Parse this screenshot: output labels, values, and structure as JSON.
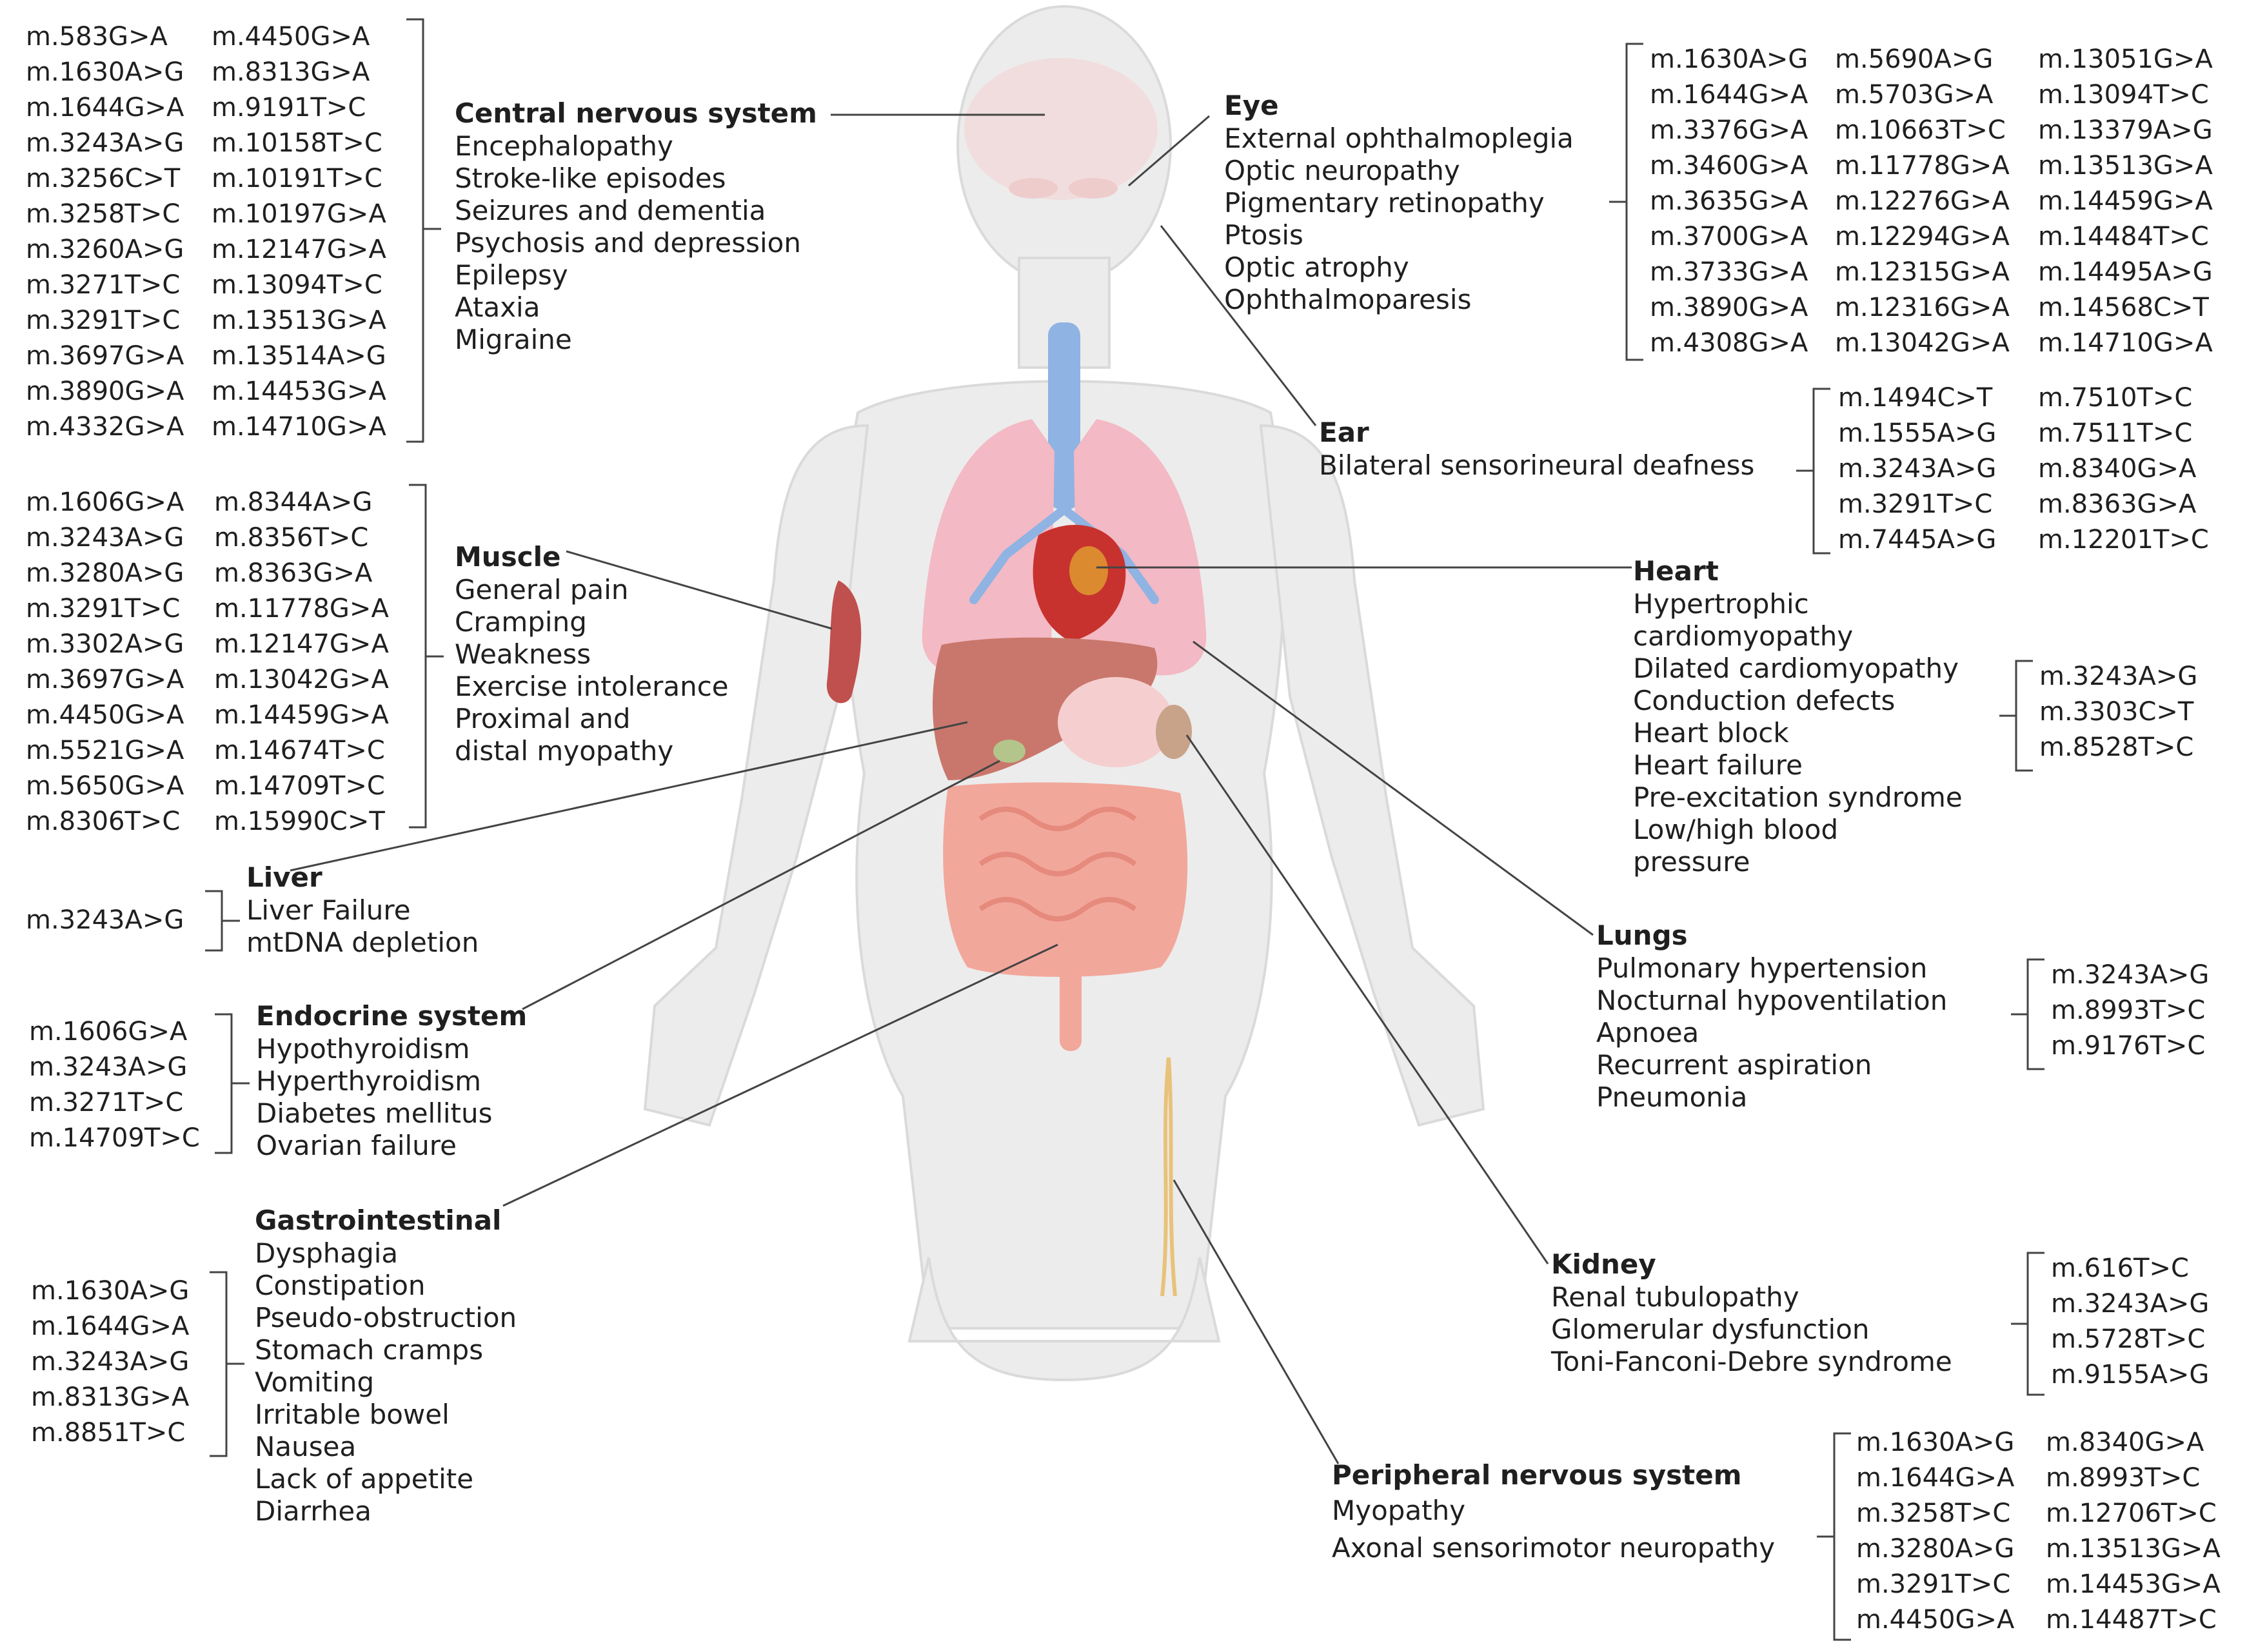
{
  "sections": {
    "cns": {
      "title": "Central nervous system",
      "symptoms": [
        "Encephalopathy",
        "Stroke-like episodes",
        "Seizures and dementia",
        "Psychosis and depression",
        "Epilepsy",
        "Ataxia",
        "Migraine"
      ],
      "mutations": [
        [
          "m.583G>A",
          "m.1630A>G",
          "m.1644G>A",
          "m.3243A>G",
          "m.3256C>T",
          "m.3258T>C",
          "m.3260A>G",
          "m.3271T>C",
          "m.3291T>C",
          "m.3697G>A",
          "m.3890G>A",
          "m.4332G>A"
        ],
        [
          "m.4450G>A",
          "m.8313G>A",
          "m.9191T>C",
          "m.10158T>C",
          "m.10191T>C",
          "m.10197G>A",
          "m.12147G>A",
          "m.13094T>C",
          "m.13513G>A",
          "m.13514A>G",
          "m.14453G>A",
          "m.14710G>A"
        ]
      ]
    },
    "muscle": {
      "title": "Muscle",
      "symptoms": [
        "General pain",
        "Cramping",
        "Weakness",
        "Exercise intolerance",
        "Proximal and",
        "distal myopathy"
      ],
      "mutations": [
        [
          "m.1606G>A",
          "m.3243A>G",
          "m.3280A>G",
          "m.3291T>C",
          "m.3302A>G",
          "m.3697G>A",
          "m.4450G>A",
          "m.5521G>A",
          "m.5650G>A",
          "m.8306T>C"
        ],
        [
          "m.8344A>G",
          "m.8356T>C",
          "m.8363G>A",
          "m.11778G>A",
          "m.12147G>A",
          "m.13042G>A",
          "m.14459G>A",
          "m.14674T>C",
          "m.14709T>C",
          "m.15990C>T"
        ]
      ]
    },
    "liver": {
      "title": "Liver",
      "symptoms": [
        "Liver Failure",
        "mtDNA depletion"
      ],
      "mutations": [
        [
          "m.3243A>G"
        ]
      ]
    },
    "endocrine": {
      "title": "Endocrine system",
      "symptoms": [
        "Hypothyroidism",
        "Hyperthyroidism",
        "Diabetes mellitus",
        "Ovarian failure"
      ],
      "mutations": [
        [
          "m.1606G>A",
          "m.3243A>G",
          "m.3271T>C",
          "m.14709T>C"
        ]
      ]
    },
    "gi": {
      "title": "Gastrointestinal",
      "symptoms": [
        "Dysphagia",
        "Constipation",
        "Pseudo-obstruction",
        "Stomach cramps",
        "Vomiting",
        "Irritable bowel",
        "Nausea",
        "Lack of appetite",
        "Diarrhea"
      ],
      "mutations": [
        [
          "m.1630A>G",
          "m.1644G>A",
          "m.3243A>G",
          "m.8313G>A",
          "m.8851T>C"
        ]
      ]
    },
    "eye": {
      "title": "Eye",
      "symptoms": [
        "External ophthalmoplegia",
        "Optic neuropathy",
        "Pigmentary retinopathy",
        "Ptosis",
        "Optic atrophy",
        "Ophthalmoparesis"
      ],
      "mutations": [
        [
          "m.1630A>G",
          "m.1644G>A",
          "m.3376G>A",
          "m.3460G>A",
          "m.3635G>A",
          "m.3700G>A",
          "m.3733G>A",
          "m.3890G>A",
          "m.4308G>A"
        ],
        [
          "m.5690A>G",
          "m.5703G>A",
          "m.10663T>C",
          "m.11778G>A",
          "m.12276G>A",
          "m.12294G>A",
          "m.12315G>A",
          "m.12316G>A",
          "m.13042G>A"
        ],
        [
          "m.13051G>A",
          "m.13094T>C",
          "m.13379A>G",
          "m.13513G>A",
          "m.14459G>A",
          "m.14484T>C",
          "m.14495A>G",
          "m.14568C>T",
          "m.14710G>A"
        ]
      ]
    },
    "ear": {
      "title": "Ear",
      "symptoms": [
        "Bilateral sensorineural deafness"
      ],
      "mutations": [
        [
          "m.1494C>T",
          "m.1555A>G",
          "m.3243A>G",
          "m.3291T>C",
          "m.7445A>G"
        ],
        [
          "m.7510T>C",
          "m.7511T>C",
          "m.8340G>A",
          "m.8363G>A",
          "m.12201T>C"
        ]
      ]
    },
    "heart": {
      "title": "Heart",
      "symptoms": [
        "Hypertrophic",
        "cardiomyopathy",
        "Dilated cardiomyopathy",
        "Conduction defects",
        "Heart block",
        "Heart failure",
        "Pre-excitation syndrome",
        "Low/high blood",
        "pressure"
      ],
      "mutations": [
        [
          "m.3243A>G",
          "m.3303C>T",
          "m.8528T>C"
        ]
      ]
    },
    "lungs": {
      "title": "Lungs",
      "symptoms": [
        "Pulmonary hypertension",
        "Nocturnal hypoventilation",
        "Apnoea",
        "Recurrent aspiration",
        "Pneumonia"
      ],
      "mutations": [
        [
          "m.3243A>G",
          "m.8993T>C",
          "m.9176T>C"
        ]
      ]
    },
    "kidney": {
      "title": "Kidney",
      "symptoms": [
        "Renal tubulopathy",
        "Glomerular dysfunction",
        "Toni-Fanconi-Debre syndrome"
      ],
      "mutations": [
        [
          "m.616T>C",
          "m.3243A>G",
          "m.5728T>C",
          "m.9155A>G"
        ]
      ]
    },
    "pns": {
      "title": "Peripheral nervous system",
      "symptoms": [
        "Myopathy",
        "Axonal sensorimotor neuropathy"
      ],
      "mutations": [
        [
          "m.1630A>G",
          "m.1644G>A",
          "m.3258T>C",
          "m.3280A>G",
          "m.3291T>C",
          "m.4450G>A"
        ],
        [
          "m.8340G>A",
          "m.8993T>C",
          "m.12706T>C",
          "m.13513G>A",
          "m.14453G>A",
          "m.14487T>C"
        ]
      ]
    }
  },
  "colors": {
    "body": "#ececec",
    "lung": "#f3b9c4",
    "heart": "#c8322e",
    "liver": "#c9776c",
    "intestine": "#f2a79b",
    "trachea": "#8fb3e3",
    "muscle": "#c0504d",
    "nerve": "#e8c27a",
    "leader": "#444444"
  }
}
